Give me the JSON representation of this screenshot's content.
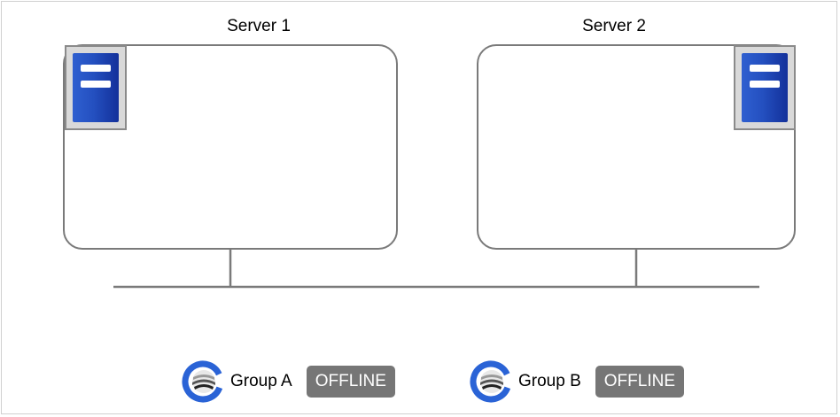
{
  "servers": [
    {
      "label": "Server 1"
    },
    {
      "label": "Server 2"
    }
  ],
  "groups": [
    {
      "name": "Group A",
      "status": "OFFLINE"
    },
    {
      "name": "Group B",
      "status": "OFFLINE"
    }
  ],
  "colors": {
    "server_icon_blue": "#2450c0",
    "badge_gray": "#767676",
    "line_gray": "#7a7a7a",
    "group_icon_blue": "#2a63d6"
  },
  "icons": {
    "server": "server-tower-icon",
    "group": "group-swirl-icon"
  }
}
